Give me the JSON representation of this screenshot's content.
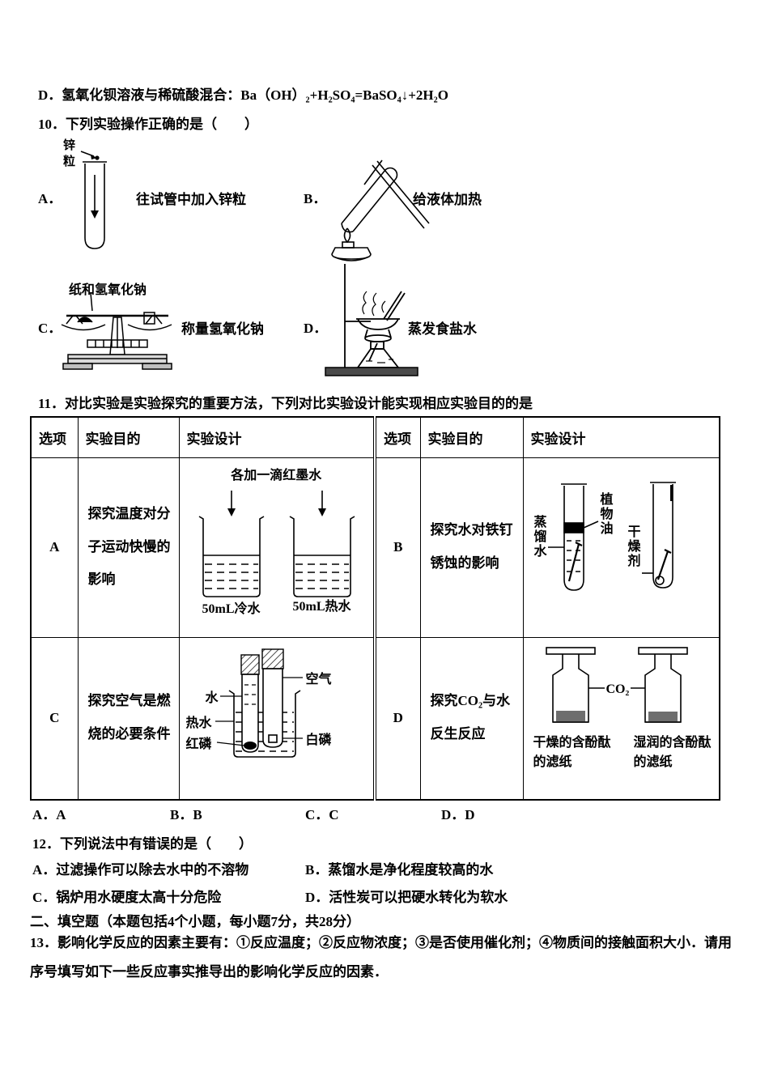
{
  "colors": {
    "ink": "#000000",
    "paper": "#ffffff",
    "liquid_gray": "#6e6e6e"
  },
  "doc": {
    "line_d": "D．氢氧化钡溶液与稀硫酸混合：Ba（OH）₂+H₂SO₄=BaSO₄↓+2H₂O",
    "q10": {
      "stem": "10．下列实验操作正确的是（　　）",
      "a": {
        "key": "A．",
        "caption": "往试管中加入锌粒",
        "label": "锌粒"
      },
      "b": {
        "key": "B．",
        "caption": "给液体加热"
      },
      "c": {
        "key": "C．",
        "caption": "称量氢氧化钠",
        "label": "纸和氢氧化钠"
      },
      "d": {
        "key": "D．",
        "caption": "蒸发食盐水"
      }
    },
    "q11": {
      "stem": "11．对比实验是实验探究的重要方法，下列对比实验设计能实现相应实验目的的是",
      "headers": [
        "选项",
        "实验目的",
        "实验设计",
        "选项",
        "实验目的",
        "实验设计"
      ],
      "row_a": {
        "option": "A",
        "purpose": "探究温度对分子运动快慢的影响",
        "top_label": "各加一滴红墨水",
        "beaker_cold": "50mL冷水",
        "beaker_hot": "50mL热水"
      },
      "row_b": {
        "option": "B",
        "purpose": "探究水对铁钉锈蚀的影响",
        "label_distilled_water": "蒸馏水",
        "label_vegetable_oil": "植物油",
        "label_desiccant": "干燥剂"
      },
      "row_c": {
        "option": "C",
        "purpose": "探究空气是燃烧的必要条件",
        "label_water": "水",
        "label_hot_water": "热水",
        "label_red_phosphorus": "红磷",
        "label_air": "空气",
        "label_white_phosphorus": "白磷"
      },
      "row_d": {
        "option": "D",
        "purpose": "探究CO₂与水反生反应",
        "label_gas": "CO₂",
        "caption_dry": "干燥的含酚酞的滤纸",
        "caption_wet": "湿润的含酚酞的滤纸"
      },
      "answer_a": "A．A",
      "answer_b": "B．B",
      "answer_c": "C．C",
      "answer_d": "D．D"
    },
    "q12": {
      "stem": "12．下列说法中有错误的是（　　）",
      "a": "A．过滤操作可以除去水中的不溶物",
      "b": "B．蒸馏水是净化程度较高的水",
      "c": "C．锅炉用水硬度太高十分危险",
      "d": "D．活性炭可以把硬水转化为软水"
    },
    "section2": {
      "heading": "二、填空题（本题包括4个小题，每小题7分，共28分）",
      "q13_line1": "13．影响化学反应的因素主要有：①反应温度；②反应物浓度；③是否使用催化剂；④物质间的接触面积大小．请用",
      "q13_line2": "序号填写如下一些反应事实推导出的影响化学反应的因素．"
    }
  }
}
